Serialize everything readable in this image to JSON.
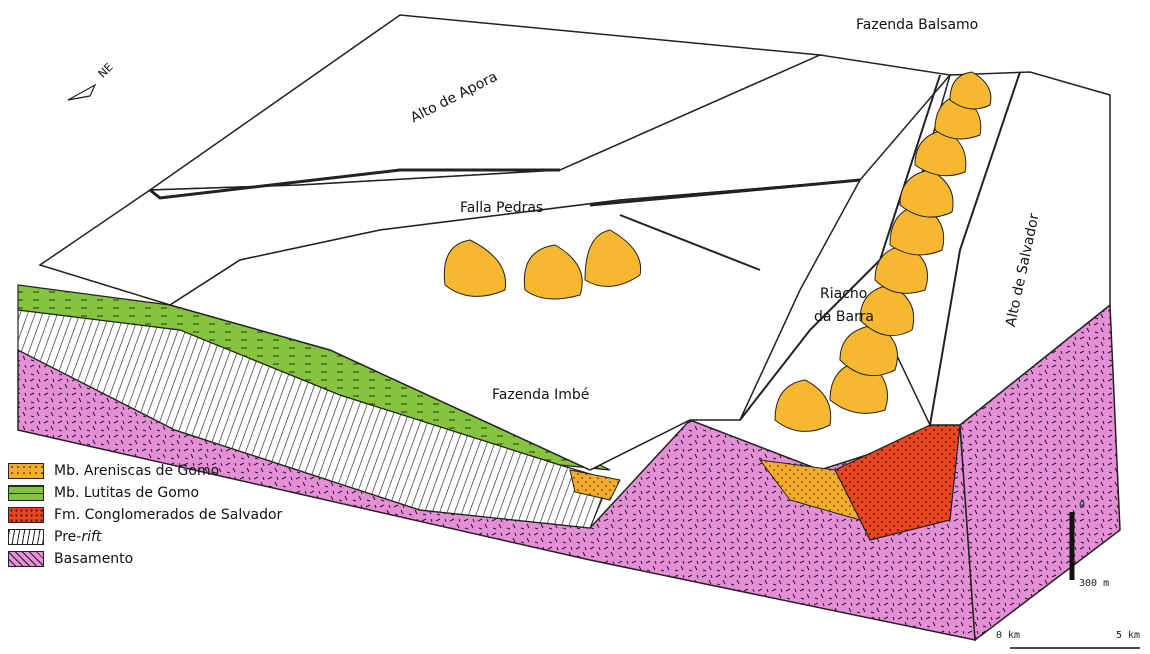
{
  "labels": {
    "alto_apora": "Alto de Apora",
    "falla_pedras": "Falla Pedras",
    "fazenda_balsamo": "Fazenda Balsamo",
    "riacho_line1": "Riacho",
    "riacho_line2": "da Barra",
    "alto_salvador": "Alto de Salvador",
    "fazenda_imbe": "Fazenda Imbé"
  },
  "north_arrow": {
    "label": "NE",
    "icon": "north-arrow-icon"
  },
  "legend": [
    {
      "label": "Mb. Areniscas de Gomo",
      "color": "#f3ad2c",
      "pattern": "orange-dots"
    },
    {
      "label": "Mb. Lutitas de Gomo",
      "color": "#86c440",
      "pattern": "green-dashes"
    },
    {
      "label": "Fm. Conglomerados de Salvador",
      "color": "#e8471f",
      "pattern": "red-dots"
    },
    {
      "label_prefix": "Pre-",
      "label_italic": "rift",
      "color": "#ffffff",
      "pattern": "hatch"
    },
    {
      "label": "Basamento",
      "color": "#e58fd6",
      "pattern": "pink-dashes"
    }
  ],
  "scale": {
    "vertical_top": "0",
    "vertical_bottom": "300 m",
    "horizontal_left": "0 km",
    "horizontal_right": "5 km"
  },
  "colors": {
    "basement": "#e58fd6",
    "shale": "#86c440",
    "sandstone": "#f6b830",
    "conglomerate": "#e8471f"
  }
}
